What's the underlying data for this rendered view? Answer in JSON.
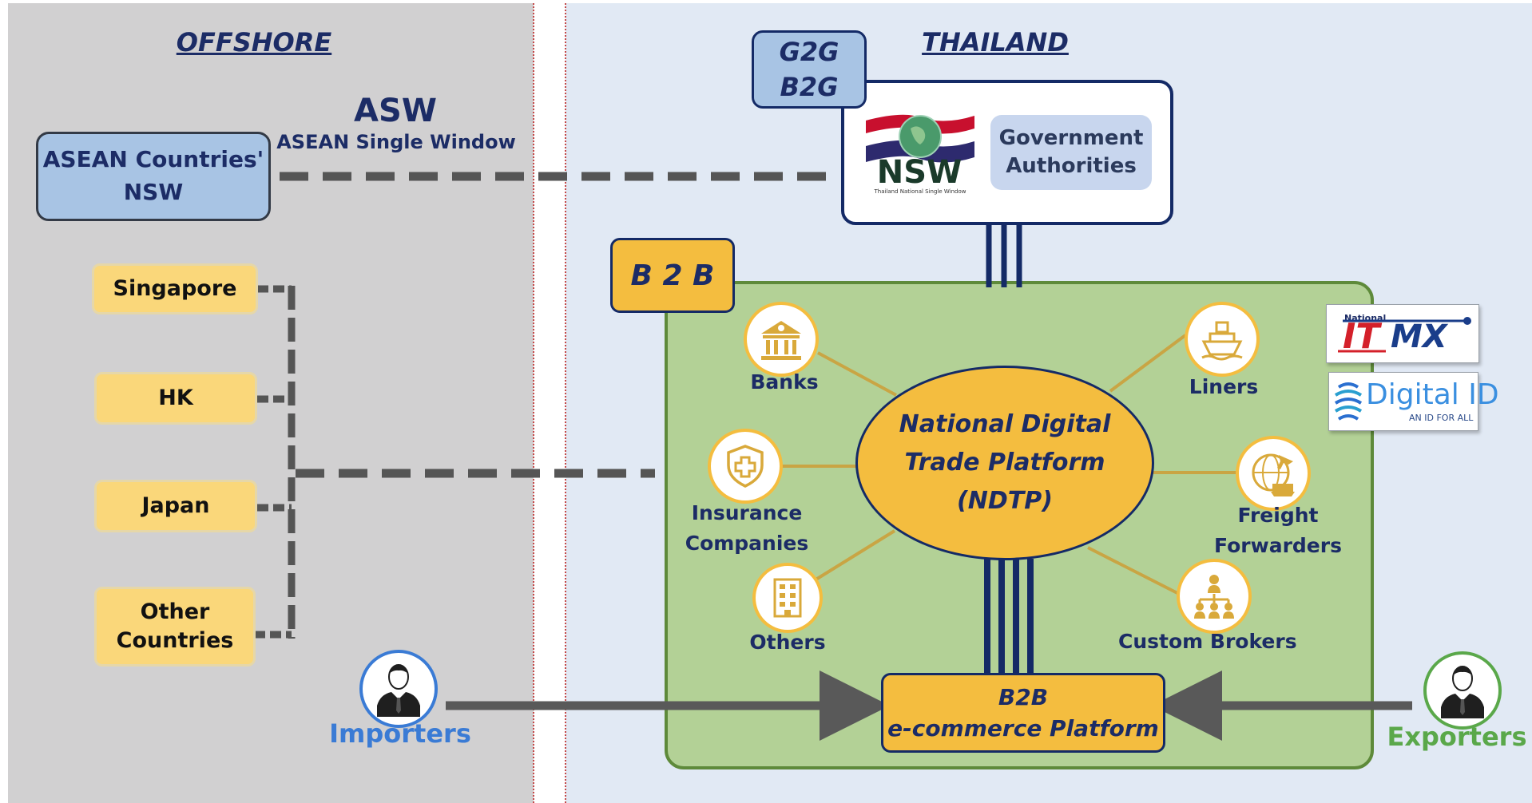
{
  "offshore": {
    "heading": "OFFSHORE",
    "asw": {
      "title": "ASW",
      "subtitle": "ASEAN Single Window"
    },
    "asean_box": {
      "line1": "ASEAN Countries'",
      "line2": "NSW"
    },
    "countries": [
      {
        "label": "Singapore"
      },
      {
        "label": "HK"
      },
      {
        "label": "Japan"
      },
      {
        "label_line1": "Other",
        "label_line2": "Countries"
      }
    ],
    "importers": {
      "label": "Importers",
      "color": "#3a7bd5"
    }
  },
  "thailand": {
    "heading": "THAILAND",
    "g2g_tag": {
      "line1": "G2G",
      "line2": "B2G"
    },
    "nsw_logo": {
      "text": "NSW",
      "caption": "Thailand National Single Window"
    },
    "government": {
      "line1": "Government",
      "line2": "Authorities"
    },
    "b2b_tag": "B 2 B",
    "ndtp": {
      "line1": "National Digital",
      "line2": "Trade Platform",
      "line3": "(NDTP)"
    },
    "participants": [
      {
        "label": "Banks",
        "icon": "bank-icon"
      },
      {
        "label": "Liners",
        "icon": "ship-icon"
      },
      {
        "label_line1": "Insurance",
        "label_line2": "Companies",
        "icon": "shield-plus-icon"
      },
      {
        "label_line1": "Freight",
        "label_line2": "Forwarders",
        "icon": "globe-plane-icon"
      },
      {
        "label": "Others",
        "icon": "building-icon"
      },
      {
        "label": "Custom Brokers",
        "icon": "hierarchy-icon"
      }
    ],
    "b2b_platform": {
      "line1": "B2B",
      "line2": "e-commerce Platform"
    },
    "exporters": {
      "label": "Exporters",
      "color": "#5aa84a"
    },
    "itmx_logo": {
      "small": "National",
      "it": "IT",
      "mx": "MX"
    },
    "digital_id_logo": {
      "title": "Digital ID",
      "tagline": "AN ID FOR ALL"
    }
  },
  "colors": {
    "navy": "#1c2c66",
    "yellow_box": "#fad77a",
    "gold": "#f4bd3f",
    "green_panel": "#b3d196",
    "offshore_bg": "#d1d0d1",
    "thailand_bg": "#e1e9f4"
  }
}
